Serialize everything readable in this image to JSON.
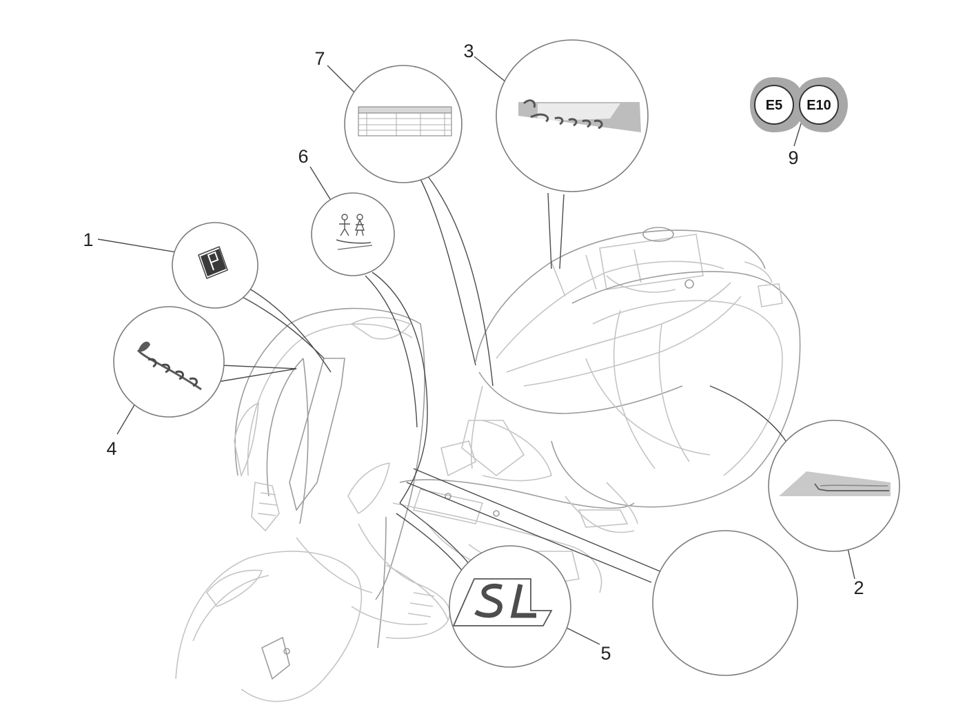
{
  "callouts": [
    {
      "number": "1",
      "part": "plate-icon"
    },
    {
      "number": "2",
      "part": "primavera-decal"
    },
    {
      "number": "3",
      "part": "vespa-side-decal"
    },
    {
      "number": "4",
      "part": "vespa-script-badge"
    },
    {
      "number": "5",
      "part": "sl-badge"
    },
    {
      "number": "6",
      "part": "vespa-for-children-sticker"
    },
    {
      "number": "7",
      "part": "tyre-pressure-label"
    },
    {
      "number": "9",
      "part": "fuel-badge"
    }
  ],
  "fuel_badge": {
    "left": "E5",
    "right": "E10"
  }
}
